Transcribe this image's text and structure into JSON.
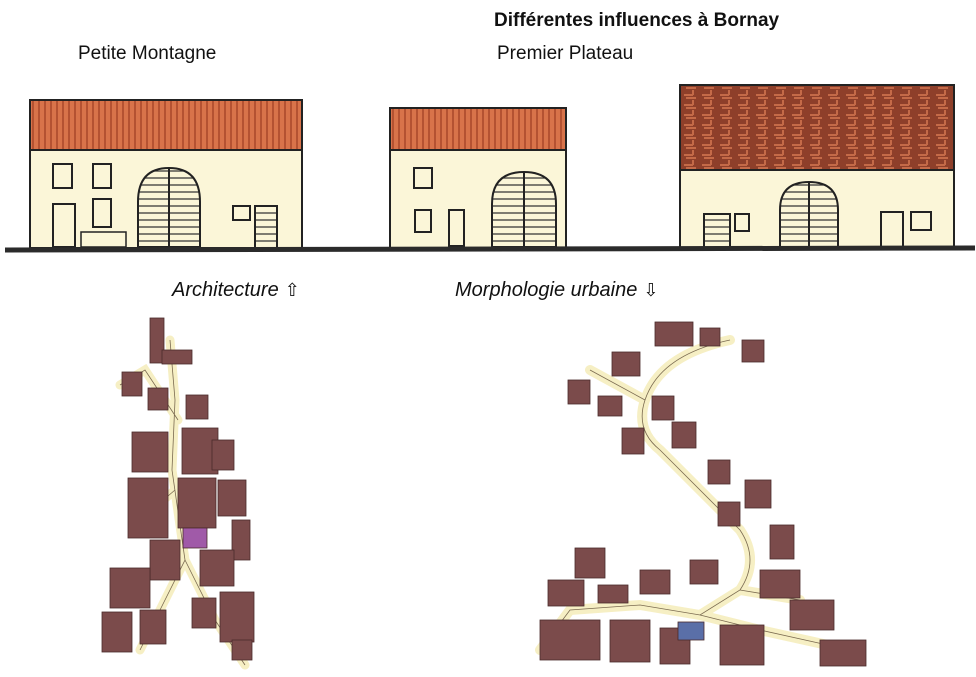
{
  "title": "Différentes influences à Bornay",
  "labels": {
    "left": "Petite Montagne",
    "right": "Premier Plateau"
  },
  "captions": {
    "architecture": "Architecture",
    "architecture_arrow": "⇧",
    "morphology": "Morphologie urbaine",
    "morphology_arrow": "⇩"
  },
  "colors": {
    "roof_tile": "#d8734a",
    "roof_dark": "#8e3f2a",
    "wall": "#fbf6d8",
    "ground": "#2b2b2b",
    "building_plan": "#7b4b4b",
    "street": "#f6efc4",
    "public_building_purple": "#a05aa8",
    "public_building_blue": "#5a6fa8"
  }
}
